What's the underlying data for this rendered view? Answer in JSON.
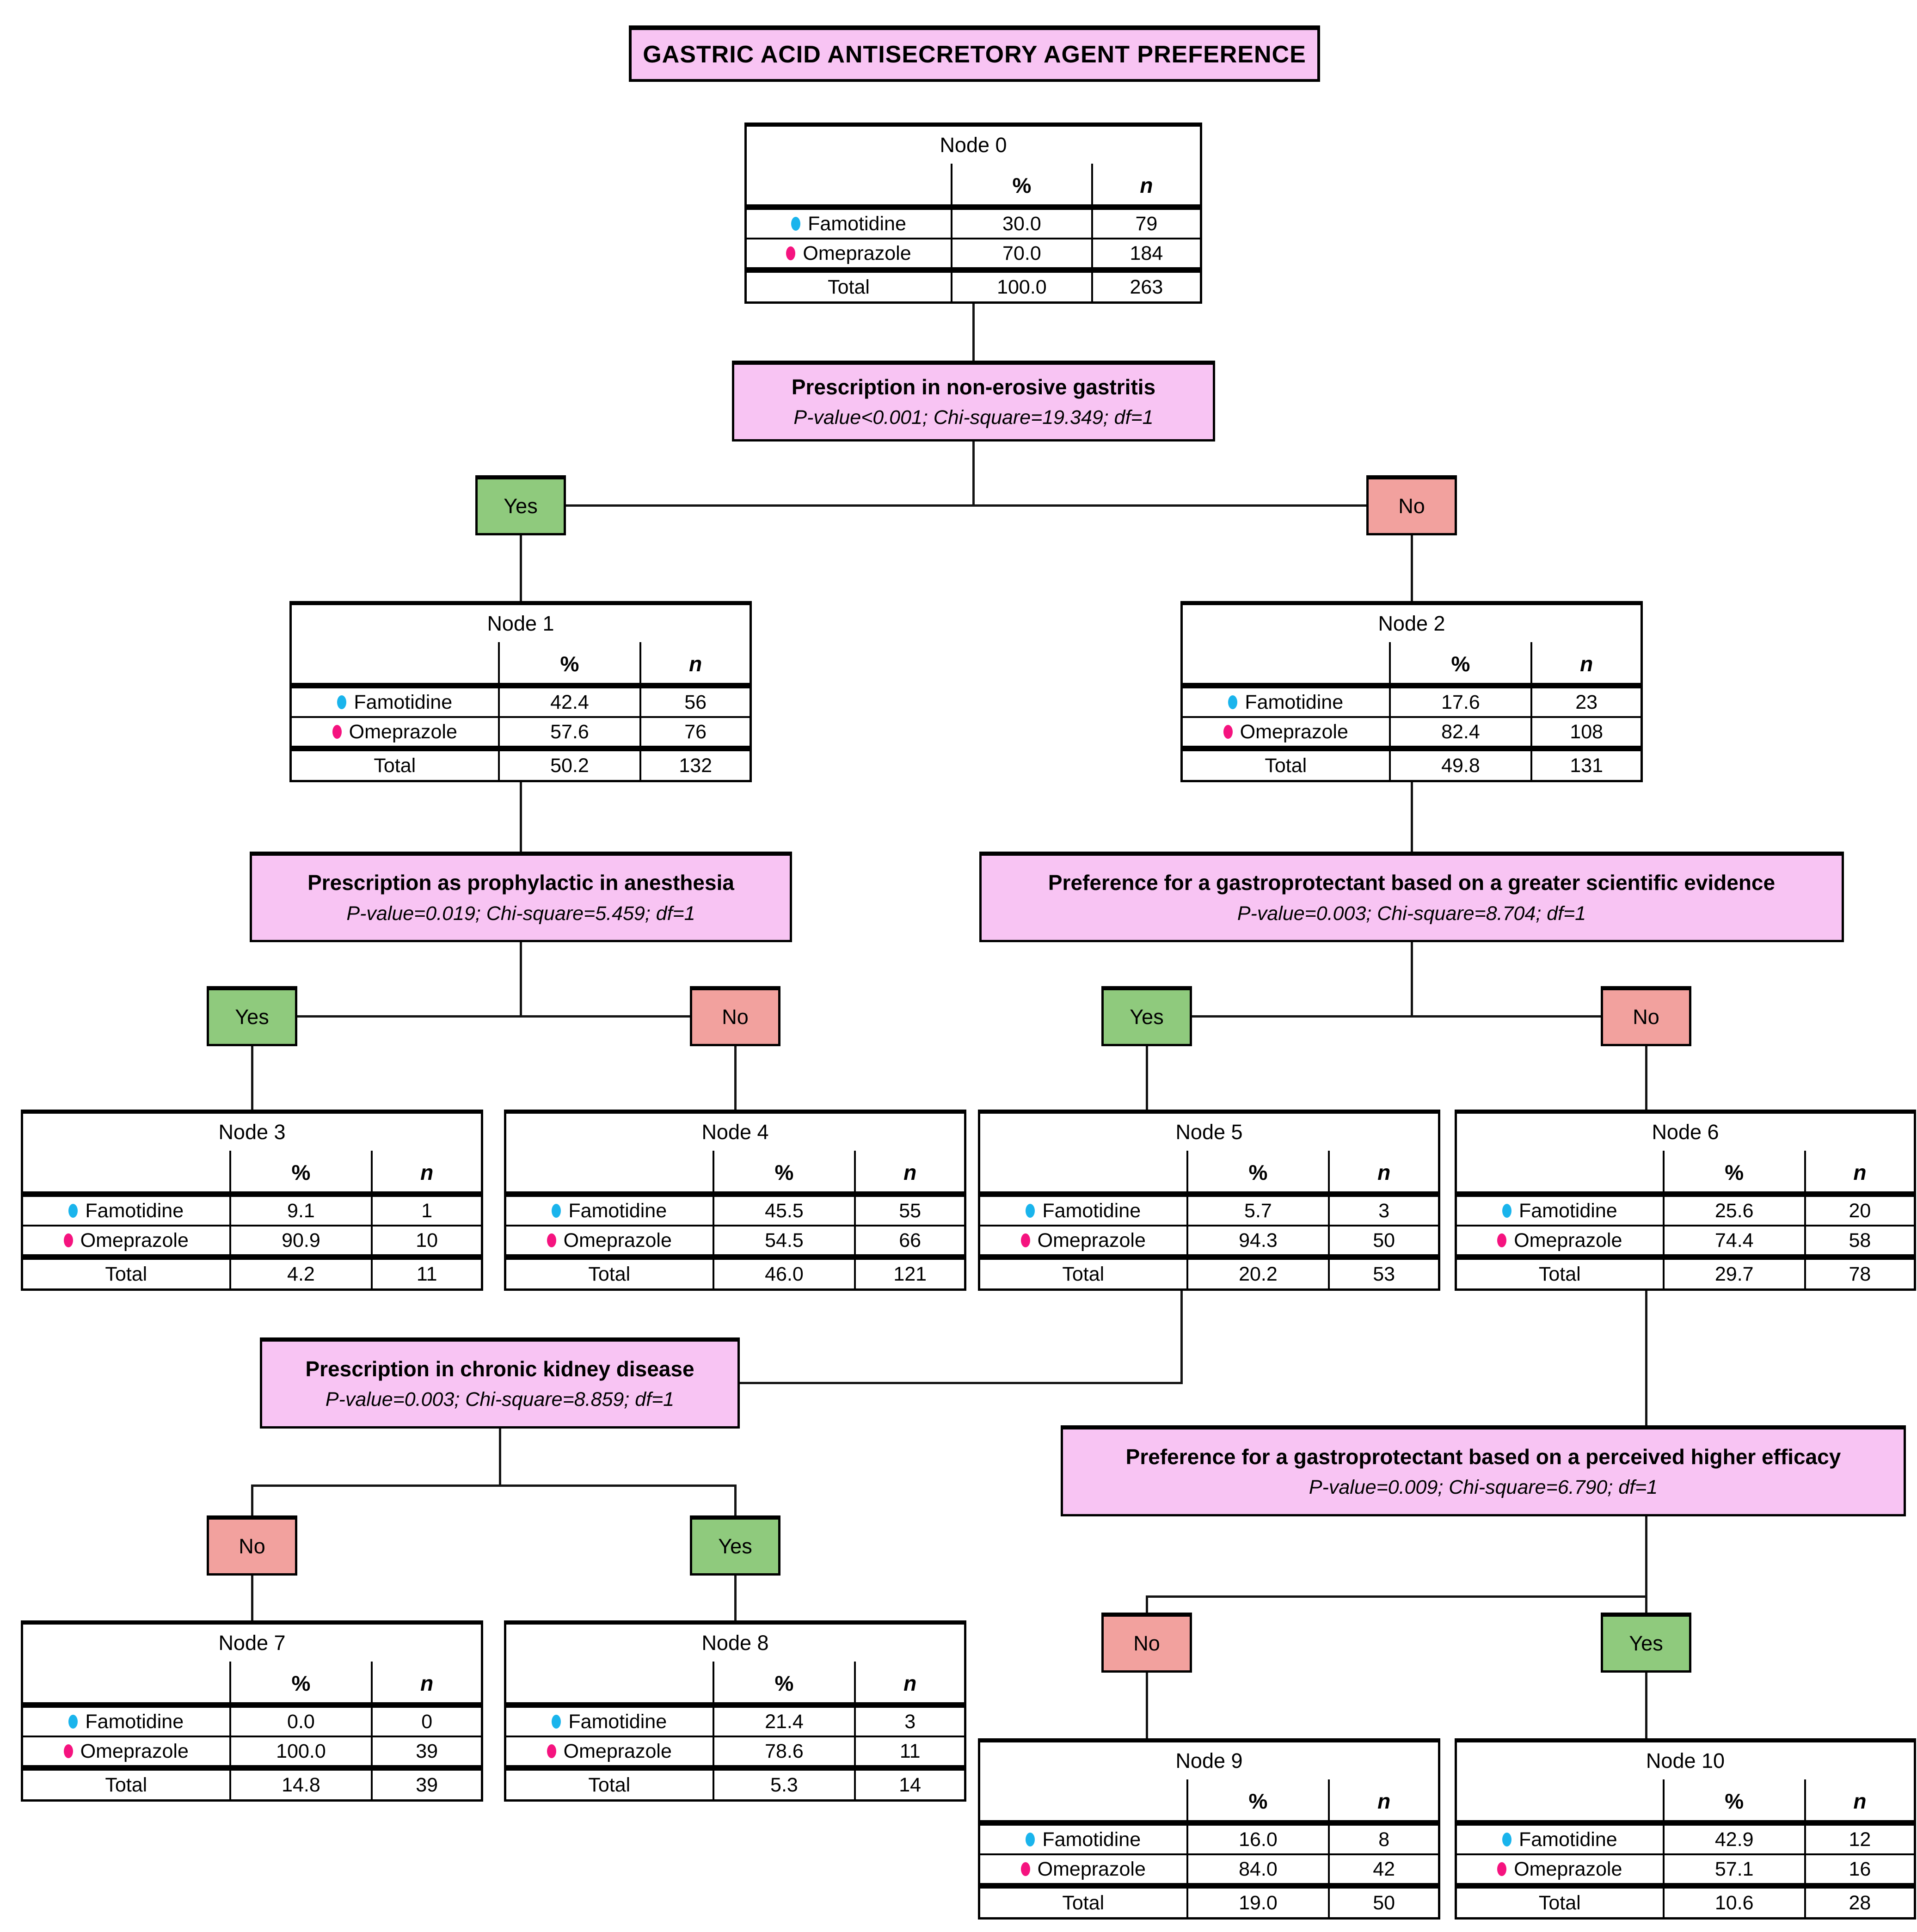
{
  "title": "GASTRIC ACID ANTISECRETORY AGENT PREFERENCE",
  "labels": {
    "percent": "%",
    "n": "n",
    "famotidine": "Famotidine",
    "omeprazole": "Omeprazole",
    "total": "Total",
    "yes": "Yes",
    "no": "No"
  },
  "colors": {
    "split_box_bg": "#f8c4f3",
    "yes_box_bg": "#8fca7d",
    "no_box_bg": "#f2a19e",
    "famotidine_dot": "#1ab4ec",
    "omeprazole_dot": "#f5137f"
  },
  "nodes": [
    {
      "title": "Node 0",
      "fam_pct": "30.0",
      "fam_n": "79",
      "ome_pct": "70.0",
      "ome_n": "184",
      "tot_pct": "100.0",
      "tot_n": "263"
    },
    {
      "title": "Node 1",
      "fam_pct": "42.4",
      "fam_n": "56",
      "ome_pct": "57.6",
      "ome_n": "76",
      "tot_pct": "50.2",
      "tot_n": "132"
    },
    {
      "title": "Node 2",
      "fam_pct": "17.6",
      "fam_n": "23",
      "ome_pct": "82.4",
      "ome_n": "108",
      "tot_pct": "49.8",
      "tot_n": "131"
    },
    {
      "title": "Node 3",
      "fam_pct": "9.1",
      "fam_n": "1",
      "ome_pct": "90.9",
      "ome_n": "10",
      "tot_pct": "4.2",
      "tot_n": "11"
    },
    {
      "title": "Node 4",
      "fam_pct": "45.5",
      "fam_n": "55",
      "ome_pct": "54.5",
      "ome_n": "66",
      "tot_pct": "46.0",
      "tot_n": "121"
    },
    {
      "title": "Node 5",
      "fam_pct": "5.7",
      "fam_n": "3",
      "ome_pct": "94.3",
      "ome_n": "50",
      "tot_pct": "20.2",
      "tot_n": "53"
    },
    {
      "title": "Node 6",
      "fam_pct": "25.6",
      "fam_n": "20",
      "ome_pct": "74.4",
      "ome_n": "58",
      "tot_pct": "29.7",
      "tot_n": "78"
    },
    {
      "title": "Node 7",
      "fam_pct": "0.0",
      "fam_n": "0",
      "ome_pct": "100.0",
      "ome_n": "39",
      "tot_pct": "14.8",
      "tot_n": "39"
    },
    {
      "title": "Node 8",
      "fam_pct": "21.4",
      "fam_n": "3",
      "ome_pct": "78.6",
      "ome_n": "11",
      "tot_pct": "5.3",
      "tot_n": "14"
    },
    {
      "title": "Node 9",
      "fam_pct": "16.0",
      "fam_n": "8",
      "ome_pct": "84.0",
      "ome_n": "42",
      "tot_pct": "19.0",
      "tot_n": "50"
    },
    {
      "title": "Node 10",
      "fam_pct": "42.9",
      "fam_n": "12",
      "ome_pct": "57.1",
      "ome_n": "16",
      "tot_pct": "10.6",
      "tot_n": "28"
    }
  ],
  "splits": [
    {
      "question": "Prescription in non-erosive gastritis",
      "stats": "P-value<0.001; Chi-square=19.349; df=1"
    },
    {
      "question": "Prescription as prophylactic in anesthesia",
      "stats": "P-value=0.019; Chi-square=5.459; df=1"
    },
    {
      "question": "Preference for a gastroprotectant based on a greater scientific evidence",
      "stats": "P-value=0.003; Chi-square=8.704; df=1"
    },
    {
      "question": "Prescription in chronic kidney disease",
      "stats": "P-value=0.003; Chi-square=8.859; df=1"
    },
    {
      "question": "Preference for a gastroprotectant based on a perceived higher efficacy",
      "stats": "P-value=0.009; Chi-square=6.790; df=1"
    }
  ]
}
